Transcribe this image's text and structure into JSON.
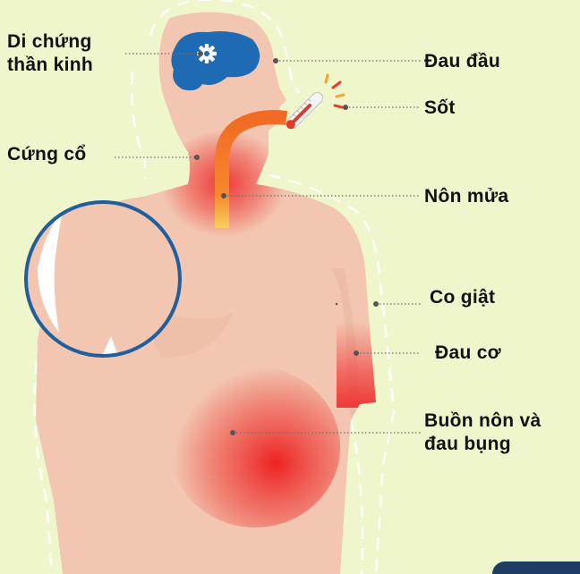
{
  "labels": {
    "neuro_line1": "Di chứng",
    "neuro_line2": "thần kinh",
    "headache": "Đau đầu",
    "fever": "Sốt",
    "stiff_neck": "Cứng cổ",
    "vomiting": "Nôn mửa",
    "seizures": "Co giật",
    "muscle_pain": "Đau cơ",
    "nausea_line1": "Buồn nôn và",
    "nausea_line2": "đau bụng"
  },
  "colors": {
    "background": "#f0f6cc",
    "skin": "#f2c6b0",
    "inflammation": "#ee2a2a",
    "brain": "#1f6bb3",
    "tube": "#f07a2a",
    "circle_outline": "#1f5f9e",
    "leader_line": "#6e6e6e"
  },
  "icons": {
    "brain": "brain-icon",
    "gear": "gear-icon",
    "thermometer": "thermometer-icon",
    "heat_rays": "heat-rays-icon"
  }
}
